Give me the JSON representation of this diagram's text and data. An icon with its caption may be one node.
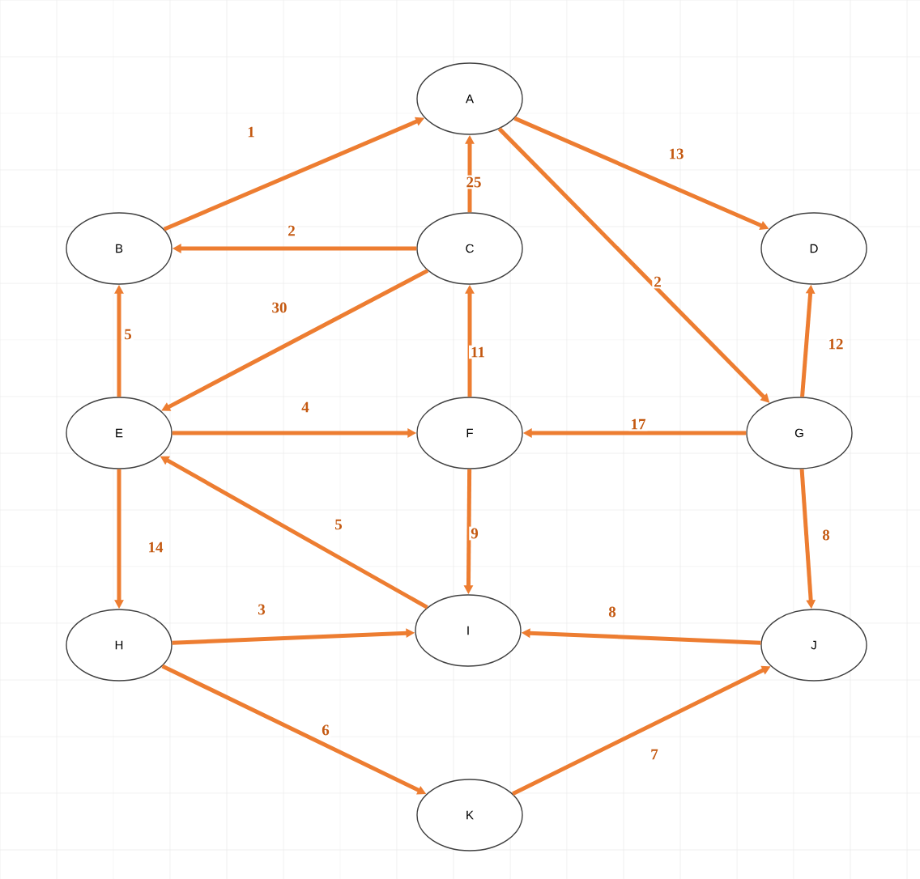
{
  "diagram": {
    "nodes": [
      {
        "text": [
          "A"
        ]
      },
      {
        "text": [
          "B"
        ]
      },
      {
        "text": [
          "C"
        ]
      },
      {
        "text": [
          "D"
        ]
      },
      {
        "text": [
          "E"
        ]
      },
      {
        "text": [
          "F"
        ]
      },
      {
        "text": [
          "G"
        ]
      },
      {
        "text": [
          "H"
        ]
      },
      {
        "text": [
          "I"
        ]
      },
      {
        "text": [
          "J"
        ]
      },
      {
        "text": [
          "K"
        ]
      }
    ],
    "edges": [
      {
        "from": 1,
        "to": 0,
        "arrow": "to",
        "label": "1"
      },
      {
        "from": 2,
        "to": 0,
        "arrow": "to",
        "label": "25"
      },
      {
        "from": 0,
        "to": 3,
        "arrow": "to",
        "label": "13"
      },
      {
        "from": 0,
        "to": 6,
        "arrow": "to",
        "label": "2"
      },
      {
        "from": 2,
        "to": 1,
        "arrow": "to",
        "label": "2"
      },
      {
        "from": 2,
        "to": 4,
        "arrow": "to",
        "label": "30"
      },
      {
        "from": 5,
        "to": 2,
        "arrow": "to",
        "label": "11"
      },
      {
        "from": 4,
        "to": 1,
        "arrow": "to",
        "label": "5"
      },
      {
        "from": 4,
        "to": 5,
        "arrow": "to",
        "label": "4"
      },
      {
        "from": 6,
        "to": 5,
        "arrow": "to",
        "label": "17"
      },
      {
        "from": 6,
        "to": 3,
        "arrow": "to",
        "label": "12"
      },
      {
        "from": 4,
        "to": 7,
        "arrow": "to",
        "label": "14"
      },
      {
        "from": 8,
        "to": 4,
        "arrow": "to",
        "label": "5"
      },
      {
        "from": 5,
        "to": 8,
        "arrow": "to",
        "label": "9"
      },
      {
        "from": 6,
        "to": 9,
        "arrow": "to",
        "label": "8"
      },
      {
        "from": 7,
        "to": 8,
        "arrow": "to",
        "label": "3"
      },
      {
        "from": 9,
        "to": 8,
        "arrow": "to",
        "label": "8"
      },
      {
        "from": 7,
        "to": 10,
        "arrow": "to",
        "label": "6"
      },
      {
        "from": 10,
        "to": 9,
        "arrow": "to",
        "label": "7"
      }
    ]
  }
}
